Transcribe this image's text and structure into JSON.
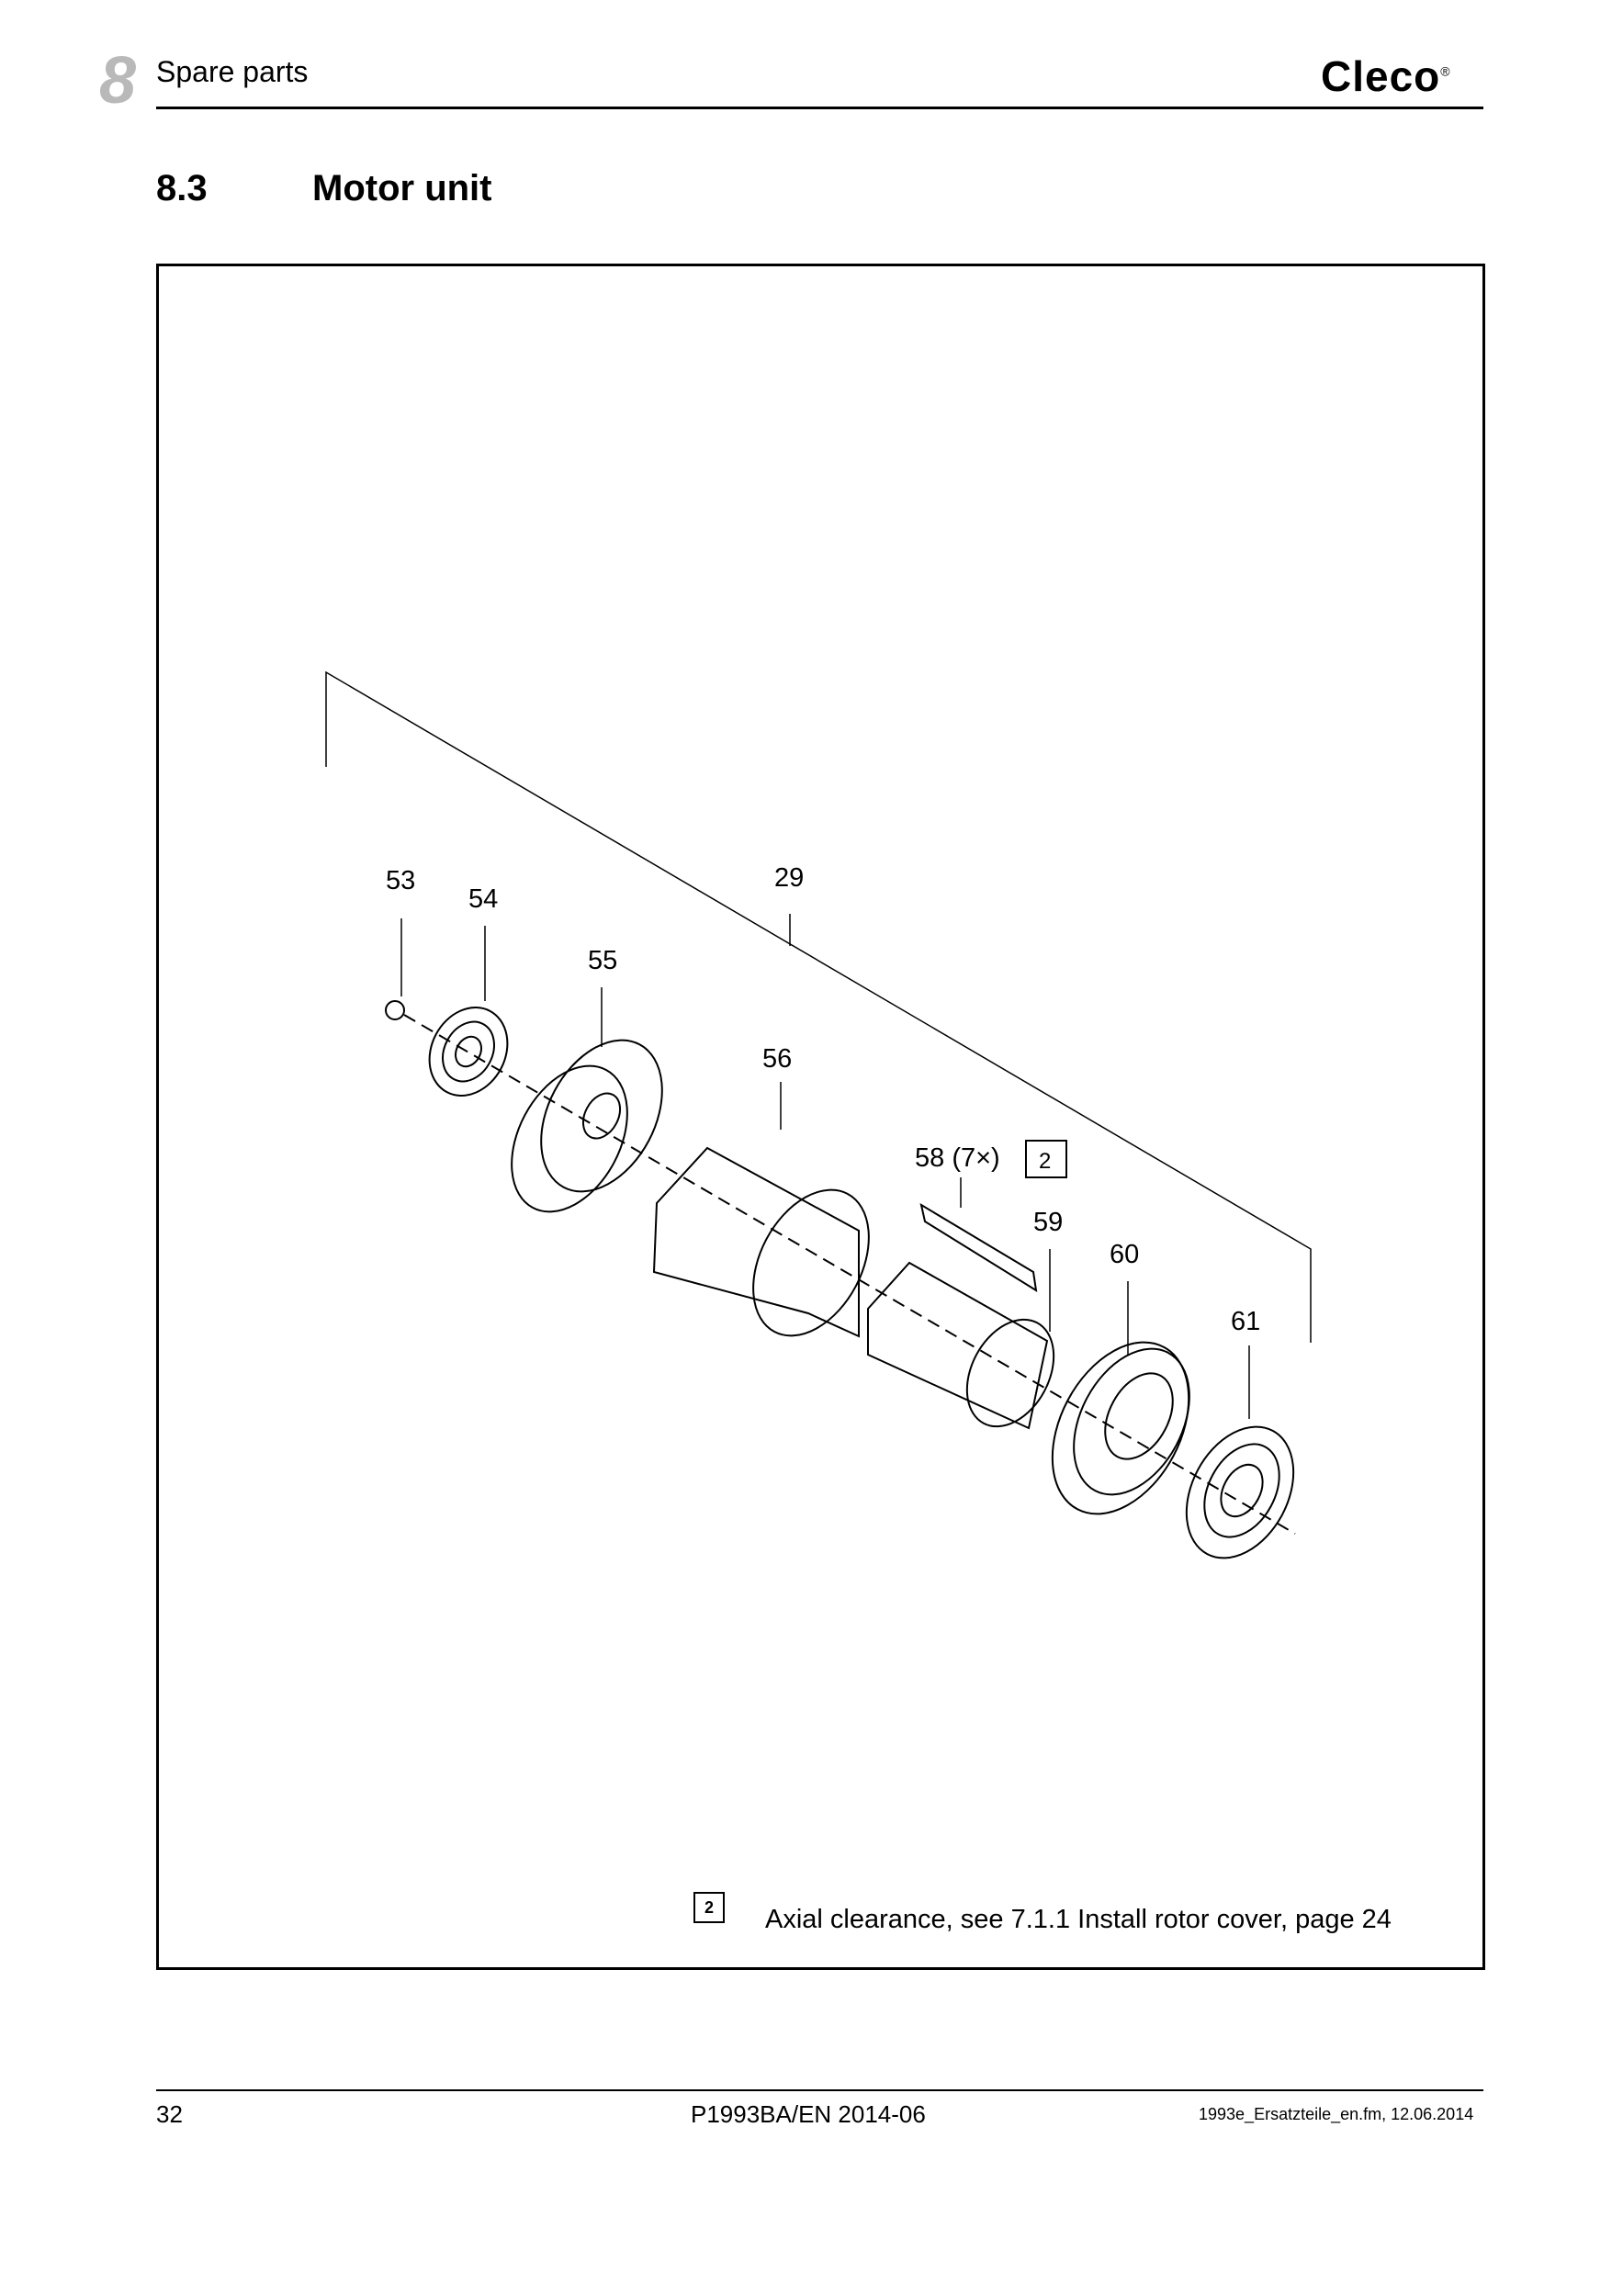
{
  "header": {
    "chapter_number": "8",
    "chapter_title": "Spare parts",
    "brand": "Cleco",
    "brand_mark": "®"
  },
  "section": {
    "number": "8.3",
    "title": "Motor unit"
  },
  "figure": {
    "callouts": {
      "c29": "29",
      "c53": "53",
      "c54": "54",
      "c55": "55",
      "c56": "56",
      "c58": "58 (7×)",
      "c59": "59",
      "c60": "60",
      "c61": "61",
      "note_ref": "2"
    },
    "legend": {
      "badge": "2",
      "text": "Axial clearance, see 7.1.1 Install rotor cover, page 24"
    }
  },
  "footer": {
    "page_number": "32",
    "doc_id": "P1993BA/EN 2014-06",
    "file_info": "1993e_Ersatzteile_en.fm, 12.06.2014"
  }
}
